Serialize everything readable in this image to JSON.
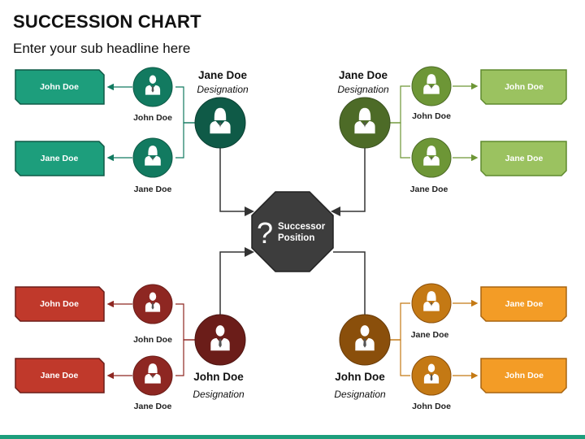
{
  "header": {
    "title": "SUCCESSION CHART",
    "subtitle": "Enter your sub headline here"
  },
  "center": {
    "symbol": "?",
    "line1": "Successor",
    "line2": "Position",
    "color": "#3d3d3d"
  },
  "groups": {
    "tl": {
      "name": "Jane Doe",
      "designation": "Designation",
      "main_color": "#0f5a47",
      "sub_color": "#127a60",
      "box_color": "#1d9e7c",
      "sub1_name": "John Doe",
      "sub2_name": "Jane Doe",
      "box1_label": "John Doe",
      "box2_label": "Jane Doe"
    },
    "tr": {
      "name": "Jane Doe",
      "designation": "Designation",
      "main_color": "#4d6b27",
      "sub_color": "#6d9636",
      "box_color": "#9bc260",
      "sub1_name": "John Doe",
      "sub2_name": "Jane Doe",
      "box1_label": "John Doe",
      "box2_label": "Jane Doe"
    },
    "bl": {
      "name": "John Doe",
      "designation": "Designation",
      "main_color": "#6b1d19",
      "sub_color": "#8e2722",
      "box_color": "#c0392b",
      "sub1_name": "John Doe",
      "sub2_name": "Jane Doe",
      "box1_label": "John Doe",
      "box2_label": "Jane Doe"
    },
    "br": {
      "name": "John Doe",
      "designation": "Designation",
      "main_color": "#8a4f0b",
      "sub_color": "#c47914",
      "box_color": "#f39c26",
      "sub1_name": "Jane Doe",
      "sub2_name": "John Doe",
      "box1_label": "Jane Doe",
      "box2_label": "John Doe"
    }
  },
  "accent_bar_color": "#1d9e7c"
}
